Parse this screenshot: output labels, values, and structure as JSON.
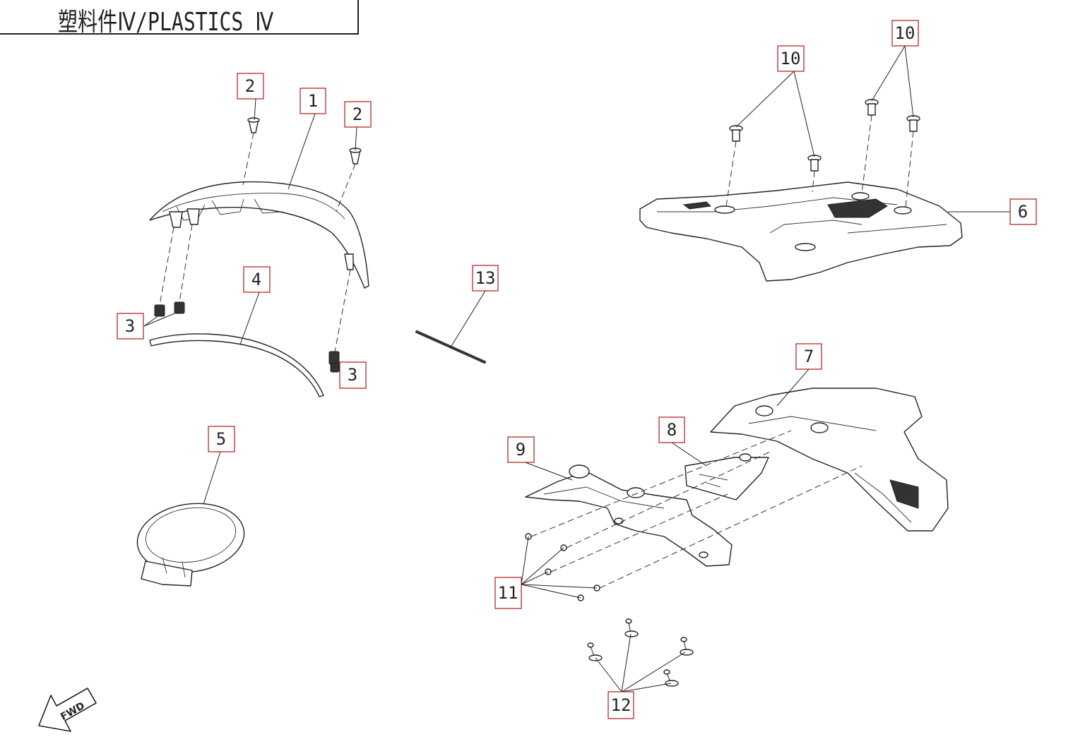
{
  "title": "塑料件Ⅳ/PLASTICS Ⅳ",
  "fwd_label": "FWD",
  "callouts": [
    {
      "id": "c1",
      "label": "1"
    },
    {
      "id": "c2a",
      "label": "2"
    },
    {
      "id": "c2b",
      "label": "2"
    },
    {
      "id": "c3a",
      "label": "3"
    },
    {
      "id": "c3b",
      "label": "3"
    },
    {
      "id": "c4",
      "label": "4"
    },
    {
      "id": "c5",
      "label": "5"
    },
    {
      "id": "c6",
      "label": "6"
    },
    {
      "id": "c7",
      "label": "7"
    },
    {
      "id": "c8",
      "label": "8"
    },
    {
      "id": "c9",
      "label": "9"
    },
    {
      "id": "c10a",
      "label": "10"
    },
    {
      "id": "c10b",
      "label": "10"
    },
    {
      "id": "c11",
      "label": "11"
    },
    {
      "id": "c12",
      "label": "12"
    },
    {
      "id": "c13",
      "label": "13"
    }
  ]
}
